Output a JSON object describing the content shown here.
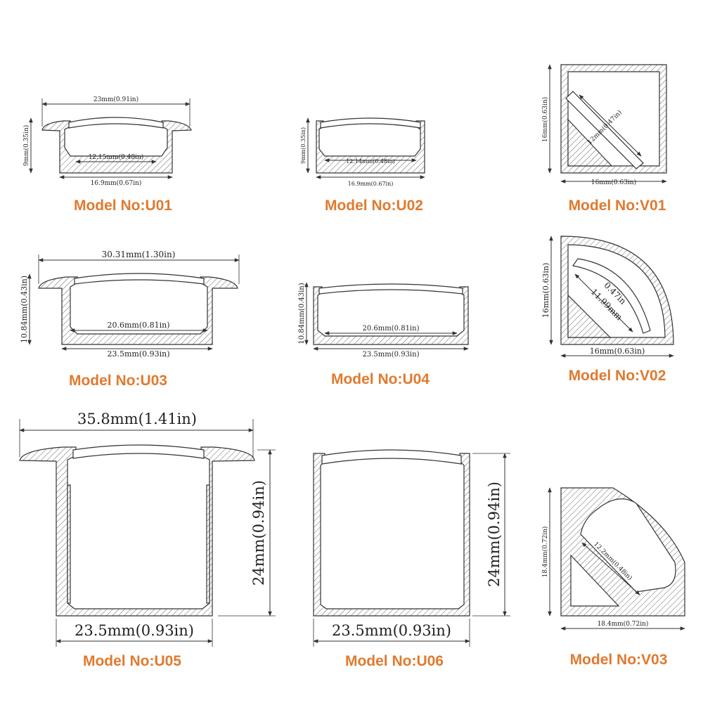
{
  "models": {
    "u01": {
      "label": "Model No:U01",
      "width": "23mm(0.91in)",
      "inner": "12.15mm(0.48in)",
      "base": "16.9mm(0.67in)",
      "height": "9mm(0.35in)"
    },
    "u02": {
      "label": "Model No:U02",
      "inner": "12.14mm(0.48in)",
      "base": "16.9mm(0.67in)",
      "height": "9mm(0.35in)"
    },
    "v01": {
      "label": "Model No:V01",
      "side": "16mm(0.63in)",
      "height": "16mm(0.63in)",
      "diag": "12mm(0.47in)"
    },
    "u03": {
      "label": "Model No:U03",
      "width": "30.31mm(1.30in)",
      "inner": "20.6mm(0.81in)",
      "base": "23.5mm(0.93in)",
      "height": "10.84mm(0.43in)"
    },
    "u04": {
      "label": "Model No:U04",
      "inner": "20.6mm(0.81in)",
      "base": "23.5mm(0.93in)",
      "height": "10.84mm(0.43in)"
    },
    "v02": {
      "label": "Model No:V02",
      "side": "16mm(0.63in)",
      "height": "16mm(0.63in)",
      "diag_in": "0.47in",
      "diag_mm": "11.99mm"
    },
    "u05": {
      "label": "Model No:U05",
      "width": "35.8mm(1.41in)",
      "base": "23.5mm(0.93in)",
      "height": "24mm(0.94in)"
    },
    "u06": {
      "label": "Model No:U06",
      "base": "23.5mm(0.93in)",
      "height": "24mm(0.94in)"
    },
    "v03": {
      "label": "Model No:V03",
      "side": "18.4mm(0.72in)",
      "height": "18.4mm(0.72in)",
      "diag": "12.2mm(0.48in)"
    }
  },
  "colors": {
    "label": "#e07a2e",
    "line": "#333333"
  }
}
